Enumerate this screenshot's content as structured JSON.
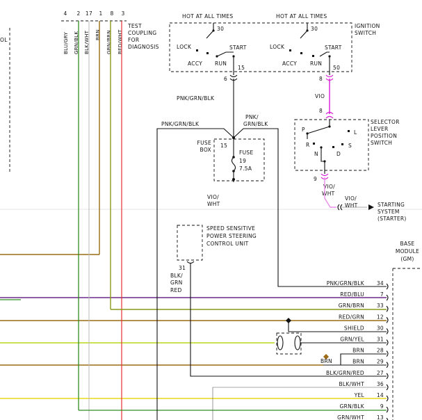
{
  "colors": {
    "vio": "#d81bd8",
    "purple": "#6b2a8c",
    "green": "#2f8f1f",
    "olive": "#8a9a1a",
    "yellow": "#e6d81c",
    "brown": "#9a6b12",
    "red": "#e53030",
    "gray": "#888888",
    "black": "#111111"
  },
  "top_pins": {
    "numbers": [
      "4",
      "2",
      "17",
      "1",
      "8",
      "3"
    ],
    "wires": [
      "BLU/GRY",
      "GRN/BLK",
      "BLK/WHT",
      "BRN",
      "GRN/BRN",
      "RED/WHT"
    ],
    "test_coupling": [
      "TEST",
      "COUPLING",
      "FOR",
      "DIAGNOSIS"
    ],
    "left_fragment": "OL"
  },
  "ignition": {
    "hot1": "HOT AT ALL TIMES",
    "hot2": "HOT AT ALL TIMES",
    "title": [
      "IGNITION",
      "SWITCH"
    ],
    "lock": "LOCK",
    "start": "START",
    "accy": "ACCY",
    "run": "RUN",
    "pin30a": "30",
    "pin30b": "30",
    "pin15": "15",
    "pin50": "50",
    "pin6": "6",
    "pin8": "8"
  },
  "wires_mid": {
    "pnk_grn_blk_1": "PNK/GRN/BLK",
    "pnk_grn_blk_2": "PNK/GRN/BLK",
    "pnk": "PNK/",
    "grn_blk": "GRN/BLK",
    "vio": "VIO",
    "vio_wht_1a": "VIO/",
    "vio_wht_1b": "WHT",
    "vio_wht_2a": "VIO/",
    "vio_wht_2b": "WHT",
    "vio_wht_3a": "VIO/",
    "vio_wht_3b": "WHT"
  },
  "fuse": {
    "box": [
      "FUSE",
      "BOX"
    ],
    "pin": "15",
    "label": [
      "FUSE",
      "19",
      "7.5A"
    ]
  },
  "selector": {
    "pin8": "8",
    "pin9": "9",
    "p": "P",
    "l": "L",
    "r": "R",
    "s": "S",
    "n": "N",
    "d": "D",
    "title": [
      "SELECTOR",
      "LEVER",
      "POSITION",
      "SWITCH"
    ]
  },
  "starting": [
    "STARTING",
    "SYSTEM",
    "(STARTER)"
  ],
  "speed_unit": {
    "title": [
      "SPEED SENSITIVE",
      "POWER STEERING",
      "CONTROL UNIT"
    ],
    "pin": "31",
    "wire": [
      "BLK/",
      "GRN",
      "RED"
    ]
  },
  "base_module": [
    "BASE",
    "MODULE",
    "(GM)"
  ],
  "module_pins": [
    {
      "label": "PNK/GRN/BLK",
      "pin": "34"
    },
    {
      "label": "RED/BLU",
      "pin": "7"
    },
    {
      "label": "GRN/BRN",
      "pin": "33"
    },
    {
      "label": "RED/GRN",
      "pin": "12"
    },
    {
      "label": "SHIELD",
      "pin": "30"
    },
    {
      "label": "GRN/YEL",
      "pin": "31"
    },
    {
      "label": "BRN",
      "pin": "28"
    },
    {
      "label": "BRN",
      "pin": "29"
    },
    {
      "label": "BLK/GRN/RED",
      "pin": "27"
    },
    {
      "label": "BLK/WHT",
      "pin": "36"
    },
    {
      "label": "YEL",
      "pin": "14"
    },
    {
      "label": "GRN/BLK",
      "pin": "9"
    },
    {
      "label": "GRN/WHT",
      "pin": "13"
    }
  ],
  "brn_splice": "BRN"
}
